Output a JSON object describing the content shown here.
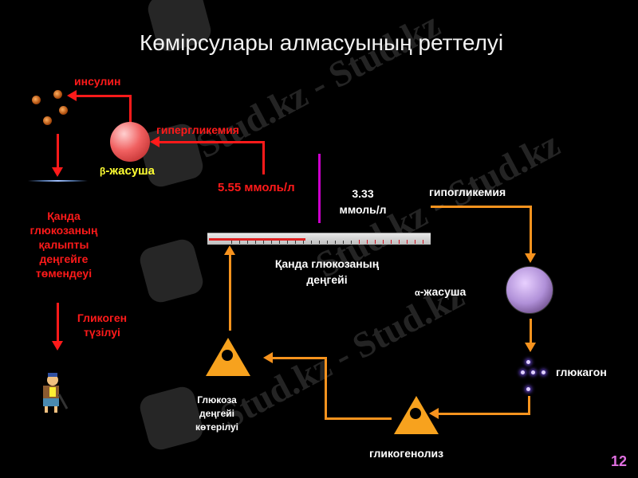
{
  "slide": {
    "title": "Көмірсулары алмасуының реттелуі",
    "page_number": "12"
  },
  "labels": {
    "insulin": "инсулин",
    "hyperglycemia": "гипергликемия",
    "beta_cell": "-жасуша",
    "beta_symbol": "β",
    "threshold_high": "5.55 ммоль/л",
    "threshold_low_value": "3.33",
    "threshold_low_unit": "ммоль/л",
    "hypoglycemia": "гипогликемия",
    "blood_glucose_level_line1": "Қанда  глюкозаның",
    "blood_glucose_level_line2": "деңгейі",
    "alpha_cell": "-жасуша",
    "alpha_symbol": "α",
    "glucagon": "глюкагон",
    "glycogenolysis": "гликогенолиз",
    "glucose_rise": [
      "Глюкоза",
      "деңгейі",
      "көтерілуі"
    ],
    "normal_level": [
      "Қанда",
      "глюкозаның",
      "қалыпты",
      "деңгейге",
      "төмендеуі"
    ],
    "glycogen_formation": [
      "Гликоген",
      "түзілуі"
    ]
  },
  "colors": {
    "background": "#000000",
    "insulin_path": "#ff1a1a",
    "glucagon_path": "#f7931e",
    "threshold_marker": "#cc00cc",
    "page_number": "#e070e0"
  },
  "watermark": "Stud.kz - Stud.kz"
}
